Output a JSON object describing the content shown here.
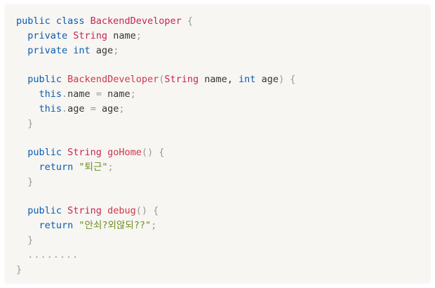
{
  "code": {
    "language": "java",
    "lines": [
      {
        "indent": "",
        "tokens": [
          {
            "t": "kw",
            "v": "public class "
          },
          {
            "t": "tp",
            "v": "BackendDeveloper"
          },
          {
            "t": "pun",
            "v": " {"
          }
        ]
      },
      {
        "indent": "  ",
        "tokens": [
          {
            "t": "kw",
            "v": "private "
          },
          {
            "t": "tp",
            "v": "String"
          },
          {
            "t": "id",
            "v": " name"
          },
          {
            "t": "pun",
            "v": ";"
          }
        ]
      },
      {
        "indent": "  ",
        "tokens": [
          {
            "t": "kw",
            "v": "private int"
          },
          {
            "t": "id",
            "v": " age"
          },
          {
            "t": "pun",
            "v": ";"
          }
        ]
      },
      {
        "indent": "",
        "tokens": []
      },
      {
        "indent": "  ",
        "tokens": [
          {
            "t": "kw",
            "v": "public "
          },
          {
            "t": "fn",
            "v": "BackendDeveloper"
          },
          {
            "t": "pun",
            "v": "("
          },
          {
            "t": "tp",
            "v": "String"
          },
          {
            "t": "id",
            "v": " name, "
          },
          {
            "t": "kw",
            "v": "int"
          },
          {
            "t": "id",
            "v": " age"
          },
          {
            "t": "pun",
            "v": ") {"
          }
        ]
      },
      {
        "indent": "    ",
        "tokens": [
          {
            "t": "kw",
            "v": "this"
          },
          {
            "t": "pun",
            "v": "."
          },
          {
            "t": "id",
            "v": "name "
          },
          {
            "t": "pun",
            "v": "="
          },
          {
            "t": "id",
            "v": " name"
          },
          {
            "t": "pun",
            "v": ";"
          }
        ]
      },
      {
        "indent": "    ",
        "tokens": [
          {
            "t": "kw",
            "v": "this"
          },
          {
            "t": "pun",
            "v": "."
          },
          {
            "t": "id",
            "v": "age "
          },
          {
            "t": "pun",
            "v": "="
          },
          {
            "t": "id",
            "v": " age"
          },
          {
            "t": "pun",
            "v": ";"
          }
        ]
      },
      {
        "indent": "  ",
        "tokens": [
          {
            "t": "pun",
            "v": "}"
          }
        ]
      },
      {
        "indent": "",
        "tokens": []
      },
      {
        "indent": "  ",
        "tokens": [
          {
            "t": "kw",
            "v": "public "
          },
          {
            "t": "tp",
            "v": "String "
          },
          {
            "t": "fn",
            "v": "goHome"
          },
          {
            "t": "pun",
            "v": "() {"
          }
        ]
      },
      {
        "indent": "    ",
        "tokens": [
          {
            "t": "kw",
            "v": "return "
          },
          {
            "t": "str",
            "v": "\"퇴근\""
          },
          {
            "t": "pun",
            "v": ";"
          }
        ]
      },
      {
        "indent": "  ",
        "tokens": [
          {
            "t": "pun",
            "v": "}"
          }
        ]
      },
      {
        "indent": "",
        "tokens": []
      },
      {
        "indent": "  ",
        "tokens": [
          {
            "t": "kw",
            "v": "public "
          },
          {
            "t": "tp",
            "v": "String "
          },
          {
            "t": "fn",
            "v": "debug"
          },
          {
            "t": "pun",
            "v": "() {"
          }
        ]
      },
      {
        "indent": "    ",
        "tokens": [
          {
            "t": "kw",
            "v": "return "
          },
          {
            "t": "str",
            "v": "\"안쇠?외않되??\""
          },
          {
            "t": "pun",
            "v": ";"
          }
        ]
      },
      {
        "indent": "  ",
        "tokens": [
          {
            "t": "pun",
            "v": "}"
          }
        ]
      },
      {
        "indent": "  ",
        "tokens": [
          {
            "t": "dots",
            "v": "........"
          }
        ]
      },
      {
        "indent": "",
        "tokens": [
          {
            "t": "pun",
            "v": "}"
          }
        ]
      }
    ]
  }
}
